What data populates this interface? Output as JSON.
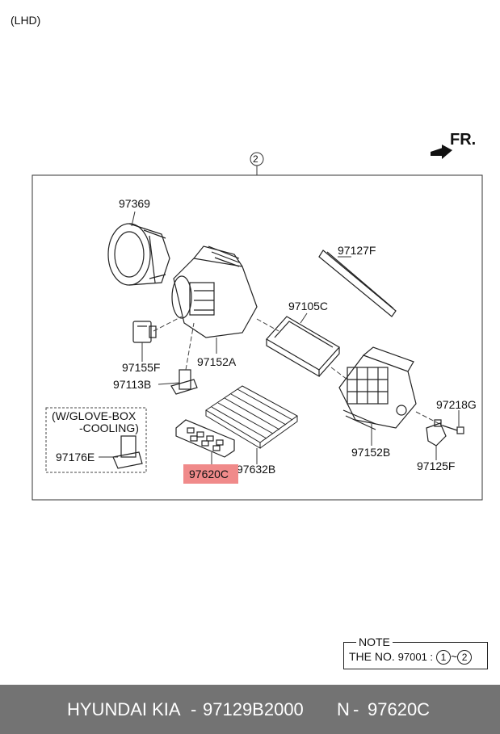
{
  "header": {
    "variant": "(LHD)"
  },
  "direction": {
    "label": "FR."
  },
  "assembly": {
    "ref": "2"
  },
  "parts": {
    "p97369": "97369",
    "p97127F": "97127F",
    "p97105C": "97105C",
    "p97155F": "97155F",
    "p97152A": "97152A",
    "p97113B": "97113B",
    "p97218G": "97218G",
    "p97152B": "97152B",
    "p97125F": "97125F",
    "p97632B": "97632B",
    "p97620C": "97620C",
    "p97176E": "97176E"
  },
  "option": {
    "line1": "(W/GLOVE-BOX",
    "line2": "-COOLING)"
  },
  "note": {
    "title": "NOTE",
    "text": "THE NO.",
    "code": "97001 :",
    "from": "1",
    "sep": "~",
    "to": "2"
  },
  "footer": {
    "brand": "HYUNDAI  KIA",
    "dash1": "-",
    "part_number": "97129B2000",
    "n_label": "N",
    "dash2": "-",
    "n_value": "97620C"
  },
  "colors": {
    "highlight": "#f08a8a",
    "footer_bg": "#737373"
  }
}
